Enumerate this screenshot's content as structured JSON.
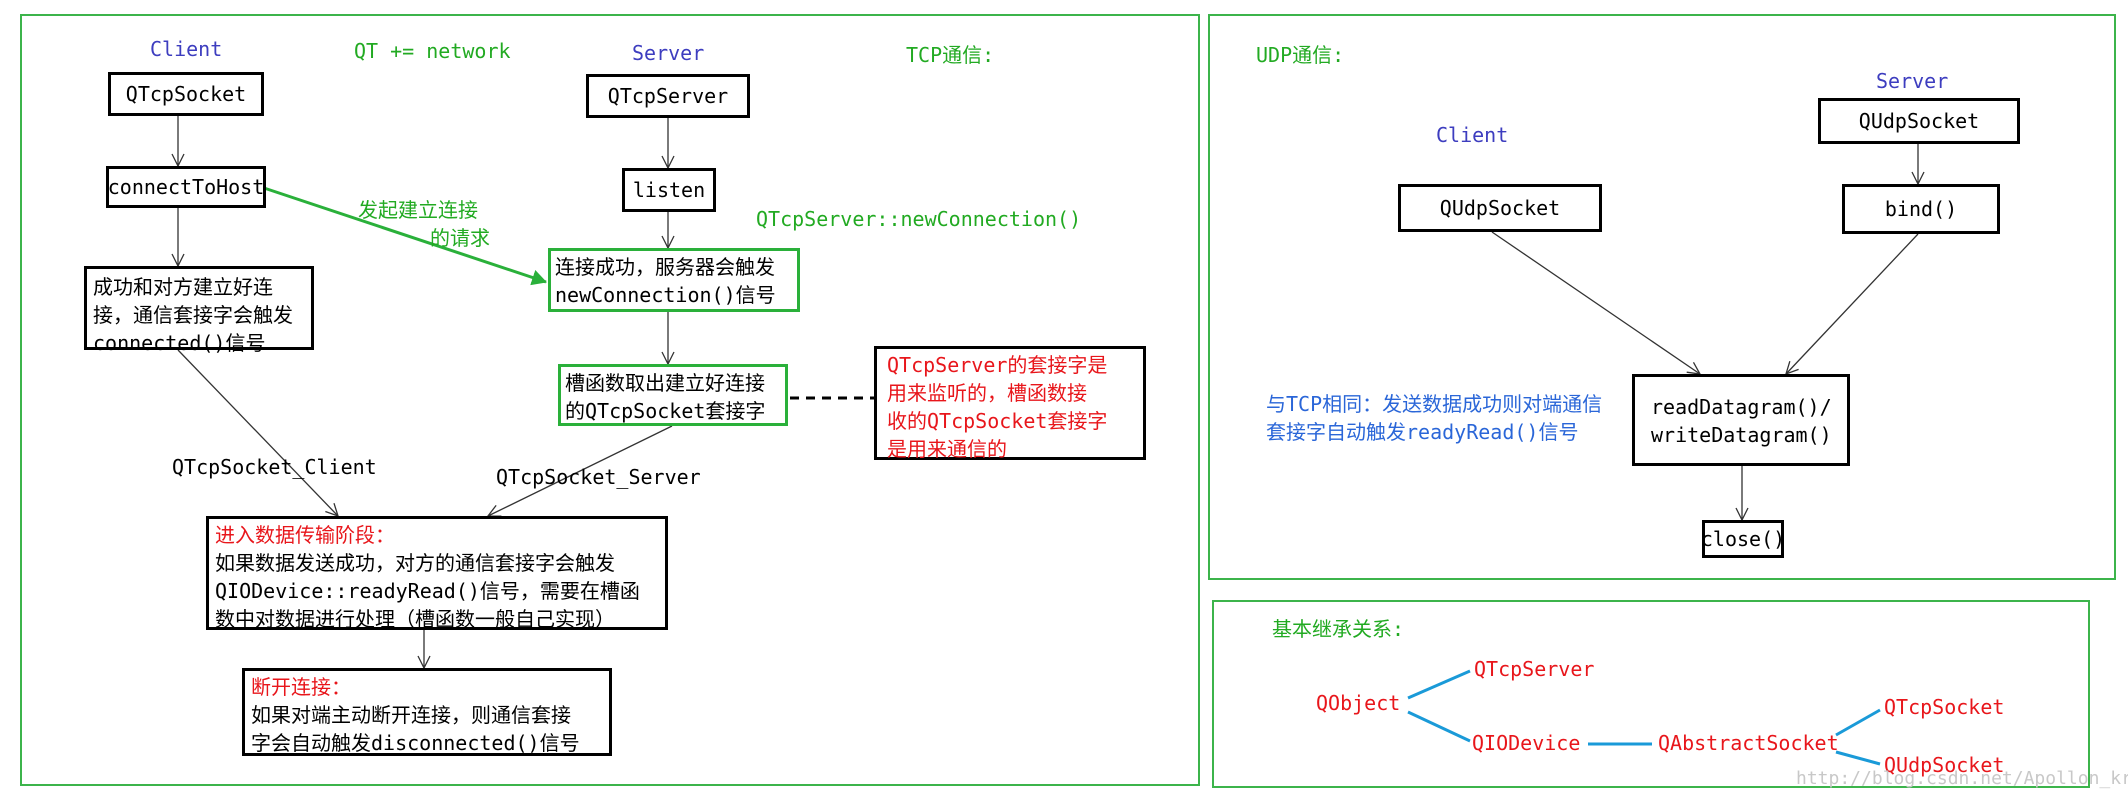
{
  "tcp": {
    "labels": {
      "client": "Client",
      "qt_network": "QT += network",
      "server": "Server",
      "title": "TCP通信:",
      "request": [
        "发起建立连接",
        "的请求"
      ],
      "new_connection_signal": "QTcpServer::newConnection()",
      "socket_client": "QTcpSocket_Client",
      "socket_server": "QTcpSocket_Server"
    },
    "boxes": {
      "qtcpsocket": "QTcpSocket",
      "connect_to_host": "connectToHost",
      "connected": [
        "成功和对方建立好连",
        "接，通信套接字会触发",
        "connected()信号"
      ],
      "qtcpserver": "QTcpServer",
      "listen": "listen",
      "conn_success": [
        "连接成功，服务器会触发",
        "newConnection()信号"
      ],
      "slot": [
        "槽函数取出建立好连接",
        "的QTcpSocket套接字"
      ],
      "note": [
        "QTcpServer的套接字是",
        "用来监听的，槽函数接",
        "收的QTcpSocket套接字",
        "是用来通信的"
      ],
      "transfer_title": "进入数据传输阶段：",
      "transfer_body": [
        "如果数据发送成功，对方的通信套接字会触发",
        "QIODevice::readyRead()信号，需要在槽函",
        "数中对数据进行处理（槽函数一般自己实现）"
      ],
      "disconnect_title": "断开连接：",
      "disconnect_body": [
        "如果对端主动断开连接，则通信套接",
        "字会自动触发disconnected()信号"
      ]
    }
  },
  "udp": {
    "labels": {
      "title": "UDP通信:",
      "server": "Server",
      "client": "Client",
      "note": [
        "与TCP相同：发送数据成功则对端通信",
        "套接字自动触发readyRead()信号"
      ]
    },
    "boxes": {
      "server_socket": "QUdpSocket",
      "client_socket": "QUdpSocket",
      "bind": "bind()",
      "read_write": [
        "readDatagram()/",
        "writeDatagram()"
      ],
      "close": "close()"
    }
  },
  "inheritance": {
    "title": "基本继承关系:",
    "qobject": "QObject",
    "qtcpserver": "QTcpServer",
    "qiodevice": "QIODevice",
    "qabstractsocket": "QAbstractSocket",
    "qtcpsocket": "QTcpSocket",
    "qudpsocket": "QUdpSocket"
  },
  "watermark": "http://blog.csdn.net/Apollon_krj",
  "colors": {
    "panel_border": "#3cb44b",
    "green_arrow": "#2ab03a",
    "inherit_line": "#1a9ad8",
    "red_text": "#e8161b",
    "blue_text": "#3d3dbf"
  }
}
